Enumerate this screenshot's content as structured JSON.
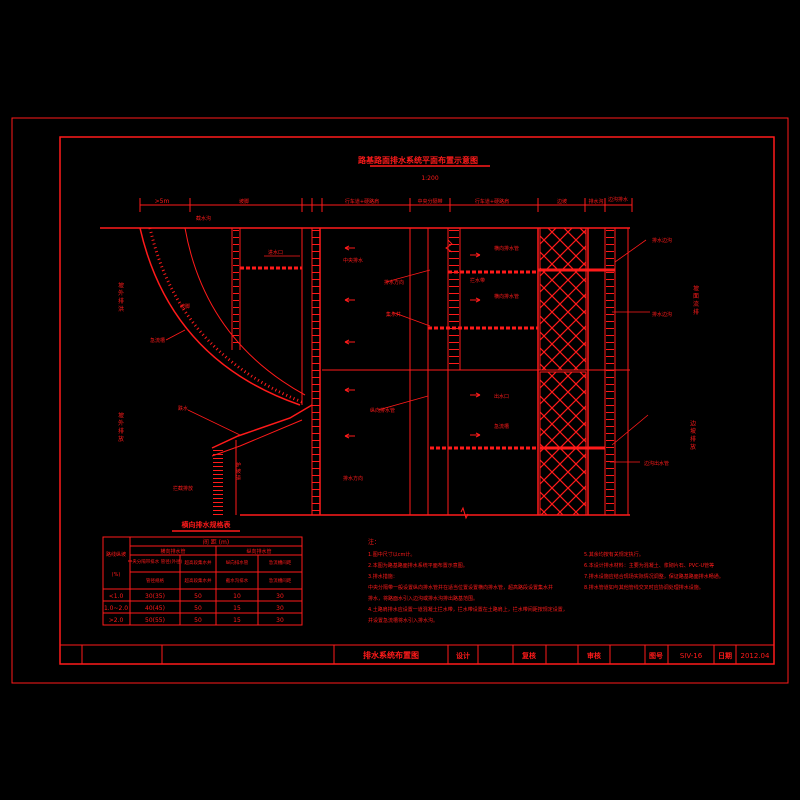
{
  "drawing": {
    "title": "路基路面排水系统平面布置示意图",
    "scale": "1:200",
    "colors": {
      "background": "#000000",
      "line": "#ff1a1a"
    }
  },
  "dimensions": {
    "left_width": ">5m",
    "slope": "坡脚",
    "carriageway_left": "行车道+硬路肩",
    "median": "中央分隔带",
    "carriageway_right": "行车道+硬路肩",
    "slope_right": "边坡",
    "ditch": "排水沟",
    "drain_ditch": "边沟排水"
  },
  "labels": {
    "left_top": "坡 外 排 洪",
    "left_bottom": "坡 外 排 放",
    "right_top": "坡 面 流 排",
    "right_bottom": "边 坡 排 放",
    "slope_a": "急流槽",
    "slope_b": "坡脚",
    "slope_c": "截水沟",
    "drop": "跌水",
    "protect": "护 坡 道",
    "discharge": "拦截排放",
    "median_drain": "中央排水",
    "cross_pipe_a": "横向排水管",
    "cross_pipe_b": "横向排水管",
    "side_ditch": "拦水带",
    "inlet": "进水口",
    "well": "集水井",
    "flow_a": "排水方向",
    "flow_b": "排水方向",
    "outlet_a": "出水口",
    "outlet_b": "急流槽",
    "mid_label": "纵向排水管",
    "right_a": "排水边沟",
    "right_b": "排水边沟",
    "right_c": "边沟出水管"
  },
  "table": {
    "title": "横向排水规格表",
    "group_header": "间 距 (m)",
    "sub_left": "横向排水管",
    "sub_right": "纵向排水管",
    "row_header": "路线纵坡",
    "row_header_unit": "(%)",
    "columns": [
      "中央分隔带排水\n管径(外径)",
      "超高段集水井",
      "纵向排水管",
      "急流槽间距"
    ],
    "col_notes": [
      "管径规格",
      "超高段集水井",
      "截水沟排水",
      "急流槽间距"
    ],
    "rows": [
      [
        "<1.0",
        "30(35)",
        "50",
        "10",
        "30"
      ],
      [
        "1.0~2.0",
        "40(45)",
        "50",
        "15",
        "30"
      ],
      [
        ">2.0",
        "50(55)",
        "50",
        "15",
        "30"
      ]
    ]
  },
  "notes": {
    "heading": "注：",
    "lines": [
      "1.图中尺寸以cm计。",
      "2.本图为路基路面排水系统平面布置示意图。",
      "3.排水措施：",
      "  中央分隔带一般设置纵向排水管并在适当位置设置横向排水管，超高路段设置集水井",
      "  排水，将路面水引入边沟或排水沟排出路基范围。",
      "4.土路肩排水应设置一道混凝土拦水带，拦水带设置在土路肩上，拦水带间距按规定设置，",
      "  并设置急流槽将水引入排水沟。"
    ],
    "right_lines": [
      "5.其余均按有关规定执行。",
      "6.本设计排水材料：主要为混凝土、浆砌片石、PVC-U管等",
      "7.排水设施应结合现场实际情况调整，保证路基路面排水畅通。",
      "8.排水管道如与其他管线交叉时应协调处理排水设施。"
    ]
  },
  "title_block": {
    "drawing_name": "排水系统布置图",
    "design": "设计",
    "check": "复核",
    "review": "审核",
    "sheet_no_label": "图号",
    "sheet_no": "SIV-16",
    "date_label": "日期",
    "date": "2012.04"
  }
}
